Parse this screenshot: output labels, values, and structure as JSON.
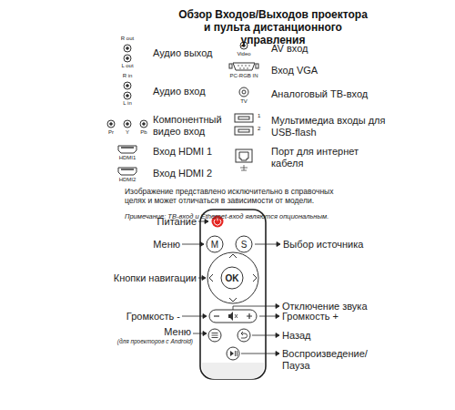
{
  "diagram": {
    "title": "Обзор Входов/Выходов проектора и пульта дистанционного управления",
    "nodes": [
      {
        "text": [
          "M"
        ]
      },
      {
        "text": [
          "S"
        ]
      },
      {
        "text": [
          "OK"
        ]
      }
    ],
    "labels": [
      "R out",
      "L out",
      "Аудио выход",
      "R in",
      "L in",
      "Аудио вход",
      "Pr",
      "Y",
      "Pb",
      "Компонентный видео вход",
      "HDMI1",
      "Вход HDMI 1",
      "HDMI2",
      "Вход HDMI 2",
      "Video",
      "AV вход",
      "PC-RGB IN",
      "Вход VGA",
      "TV",
      "Аналоговый ТВ-вход",
      "1",
      "2",
      "Мультимедиа входы для USB-flash",
      "Порт для интернет кабеля",
      "Изображение представлено исключительно в справочных целях и может отличаться в зависимости от модели.",
      "Примечание: ТВ-вход и Ethernet-вход являются опциональным.",
      "Питание",
      "Меню",
      "Выбор источника",
      "Кнопки навигации",
      "Отключение звука",
      "Громкость -",
      "Громкость +",
      "Меню",
      "(для проекторов с Android)",
      "Назад",
      "Воспроизведение/ Пауза"
    ]
  }
}
